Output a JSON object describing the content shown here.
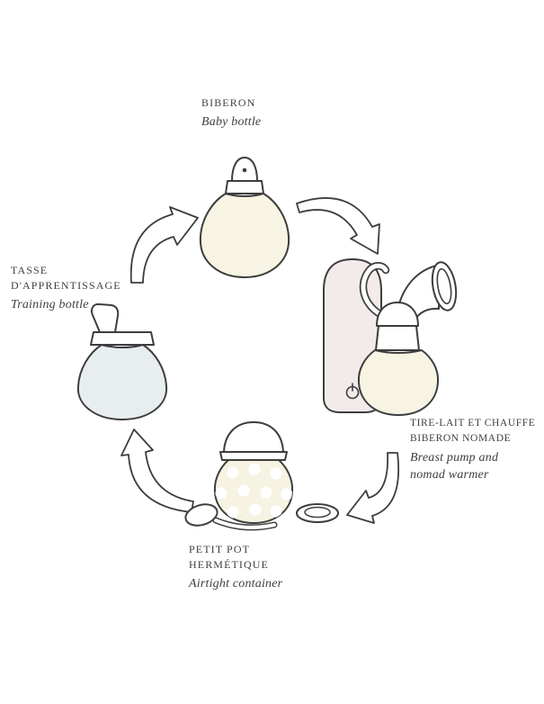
{
  "labels": {
    "biberon": {
      "fr": "BIBERON",
      "en": "Baby bottle"
    },
    "tire_lait": {
      "fr_line1": "TIRE-LAIT ET CHAUFFE",
      "fr_line2": "BIBERON NOMADE",
      "en_line1": "Breast pump and",
      "en_line2": "nomad warmer"
    },
    "petit_pot": {
      "fr_line1": "PETIT POT",
      "fr_line2": "HERMÉTIQUE",
      "en": "Airtight container"
    },
    "tasse": {
      "fr_line1": "TASSE",
      "fr_line2": "D'APPRENTISSAGE",
      "en": "Training bottle"
    }
  },
  "colors": {
    "outline": "#3d3d3d",
    "cream": "#f7f4e4",
    "jar_cream": "#f6f3e2",
    "blue_grey": "#e8edf0",
    "warmer_pink": "#f2ebe9",
    "white": "#ffffff"
  },
  "icons": {
    "baby_bottle": "baby-bottle-illustration",
    "training_bottle": "training-bottle-illustration",
    "breast_pump": "breast-pump-and-warmer-illustration",
    "airtight_jar": "airtight-jar-illustration",
    "spoon": "spoon-illustration",
    "jar_lid": "jar-lid-illustration",
    "cycle_arrows": "cycle-arrow"
  }
}
